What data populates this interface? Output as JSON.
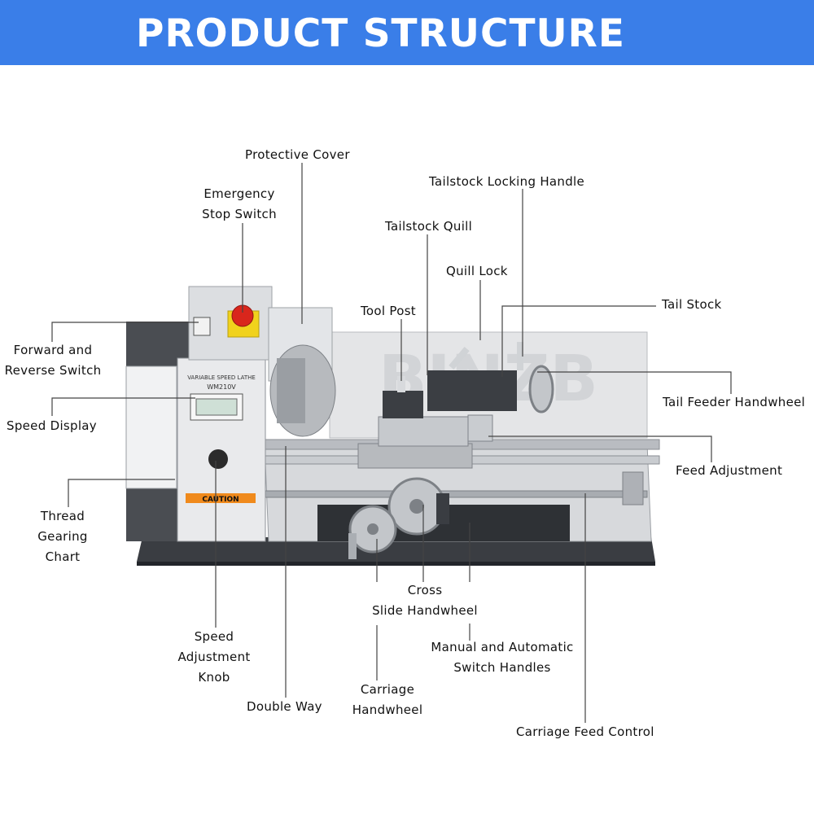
{
  "banner": {
    "title": "PRODUCT STRUCTURE",
    "color": "#3a7ee8"
  },
  "panel": {
    "brand_line": "VARIABLE SPEED LATHE",
    "model": "WM210V",
    "caution": "CAUTION",
    "watermark": "BINZB"
  },
  "labels": {
    "protective_cover": "Protective Cover",
    "emergency_stop": [
      "Emergency",
      "Stop Switch"
    ],
    "tailstock_locking_handle": "Tailstock Locking Handle",
    "tailstock_quill": "Tailstock Quill",
    "quill_lock": "Quill Lock",
    "tool_post": "Tool Post",
    "tail_stock": "Tail Stock",
    "forward_reverse": [
      "Forward and",
      "Reverse Switch"
    ],
    "tail_feeder_handwheel": "Tail Feeder Handwheel",
    "speed_display": "Speed Display",
    "feed_adjustment": "Feed Adjustment",
    "thread_gearing_chart": [
      "Thread",
      "Gearing",
      "Chart"
    ],
    "cross_slide_handwheel": [
      "Cross",
      "Slide Handwheel"
    ],
    "speed_adjustment_knob": [
      "Speed",
      "Adjustment",
      "Knob"
    ],
    "manual_automatic": [
      "Manual and Automatic",
      "Switch Handles"
    ],
    "carriage_handwheel": [
      "Carriage",
      "Handwheel"
    ],
    "double_way": "Double Way",
    "carriage_feed_control": "Carriage Feed Control"
  }
}
